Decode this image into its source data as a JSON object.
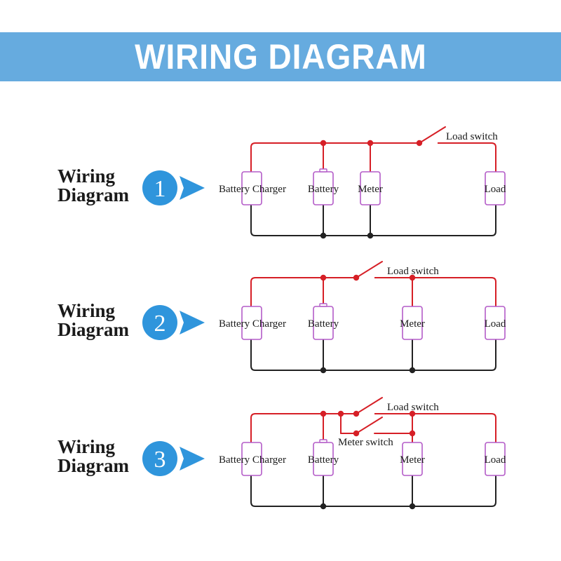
{
  "header": {
    "title": "WIRING DIAGRAM",
    "background": "#66abdf"
  },
  "colors": {
    "positive_wire": "#d61f26",
    "negative_wire": "#222222",
    "component_border": "#b45cc8",
    "badge": "#2f95dc"
  },
  "diagrams": [
    {
      "label_line1": "Wiring",
      "label_line2": "Diagram",
      "number": "1",
      "components": [
        "Battery Charger",
        "Battery",
        "Meter",
        "Load"
      ],
      "switches": [
        "Load switch"
      ]
    },
    {
      "label_line1": "Wiring",
      "label_line2": "Diagram",
      "number": "2",
      "components": [
        "Battery Charger",
        "Battery",
        "Meter",
        "Load"
      ],
      "switches": [
        "Load switch"
      ]
    },
    {
      "label_line1": "Wiring",
      "label_line2": "Diagram",
      "number": "3",
      "components": [
        "Battery Charger",
        "Battery",
        "Meter",
        "Load"
      ],
      "switches": [
        "Load switch",
        "Meter switch"
      ]
    }
  ]
}
